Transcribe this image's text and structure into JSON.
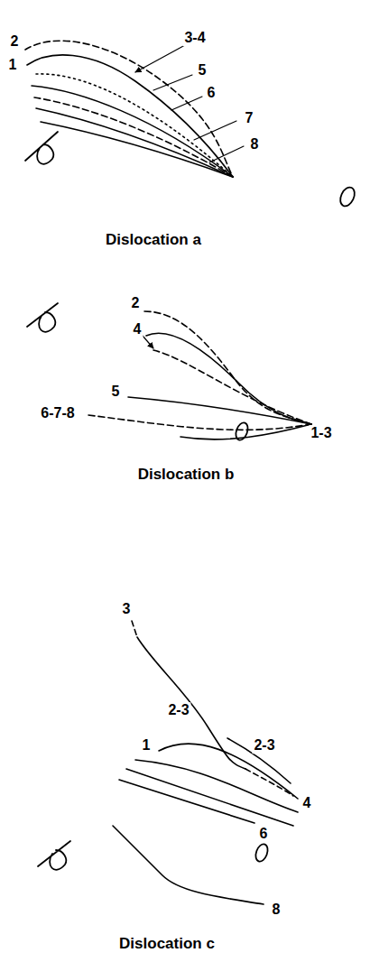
{
  "diagram": {
    "labels": [
      "2",
      "3-4",
      "1",
      "5",
      "6",
      "7",
      "8",
      "Dislocation a",
      "2",
      "4",
      "5",
      "6-7-8",
      "1-3",
      "Dislocation b",
      "3",
      "2-3",
      "2-3",
      "1",
      "4",
      "6",
      "8",
      "Dislocation c"
    ]
  }
}
